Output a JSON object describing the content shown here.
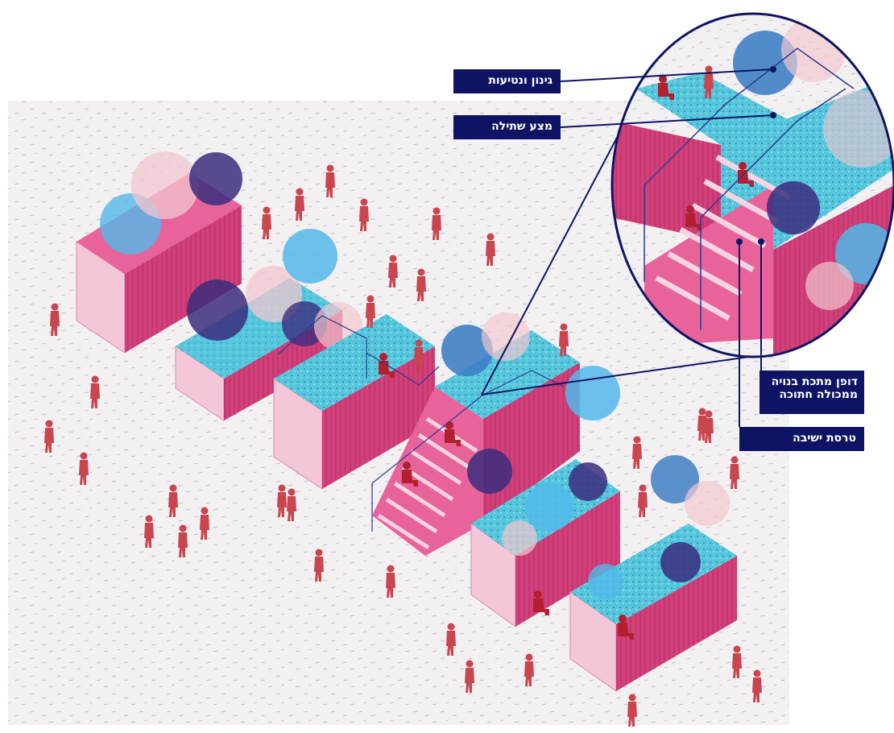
{
  "image": {
    "description_colors": {
      "ground": "#f3f0f1",
      "ground_speck": "#b9bfd6",
      "pink_dark": "#d2407a",
      "pink_mid": "#e8639a",
      "pink_light": "#f4c7d8",
      "person": "#c9454f",
      "person_seated": "#b21f2e",
      "turquoise": "#4ec9e0",
      "tree_blue": "#3f7fc4",
      "tree_navy": "#3b2d7e",
      "tree_sky": "#52b8ea",
      "tree_blush": "#f1c7cf",
      "label_bg": "#0e1463",
      "line": "#0e1463"
    }
  },
  "callouts": {
    "planting": "גינון ונטיעות",
    "terrace": "מצע שתילה",
    "cladding": "דופן מתכת בנויה ממכולה חתוכה",
    "seating": "טרסת ישיבה"
  }
}
